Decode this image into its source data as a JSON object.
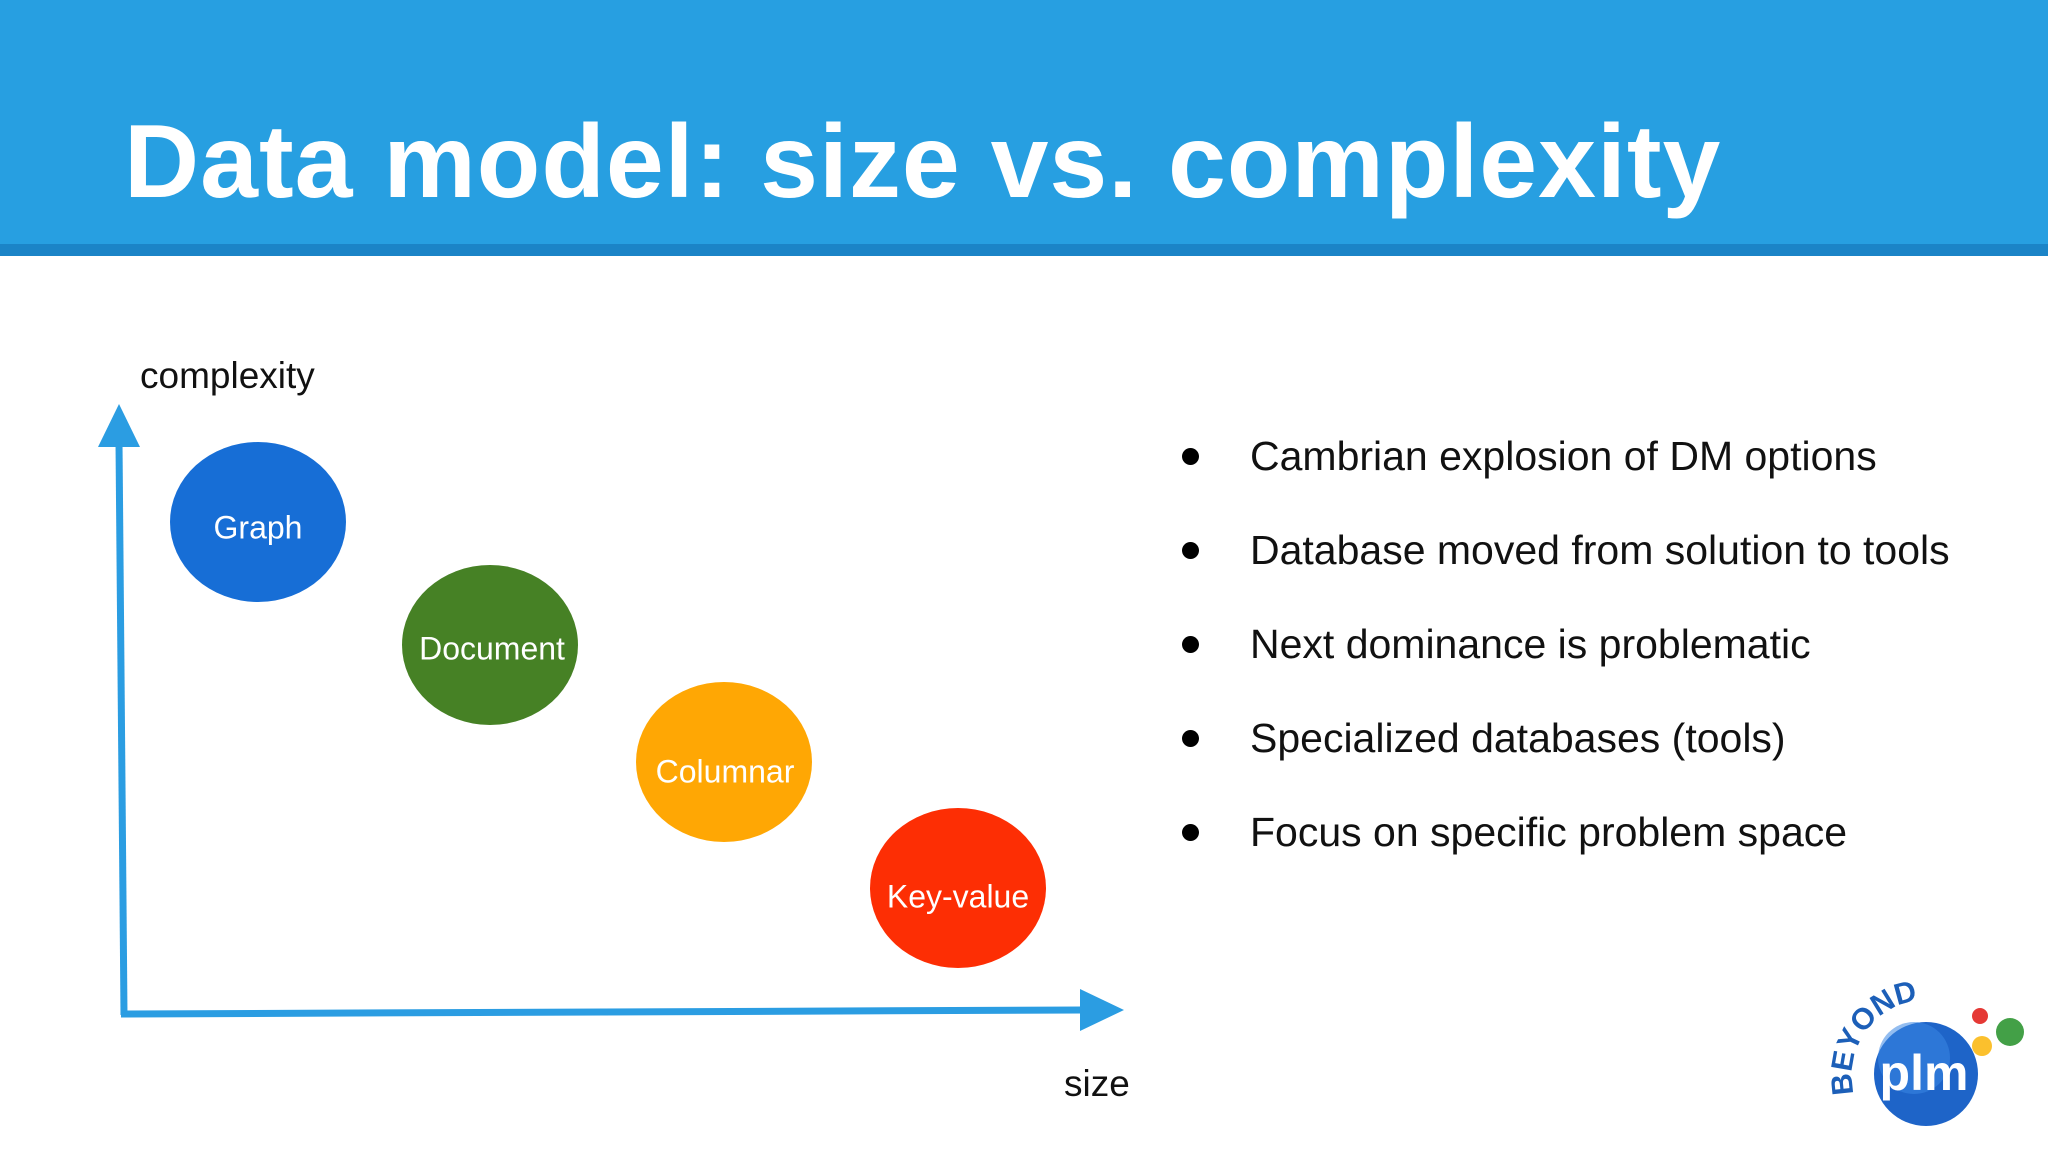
{
  "slide": {
    "title": "Data model: size vs. complexity"
  },
  "diagram": {
    "y_axis_label": "complexity",
    "x_axis_label": "size",
    "bubbles": [
      {
        "label": "Graph",
        "color": "#176ed6"
      },
      {
        "label": "Document",
        "color": "#468125"
      },
      {
        "label": "Columnar",
        "color": "#ffa704"
      },
      {
        "label": "Key-value",
        "color": "#fd2e04"
      }
    ],
    "axis_color": "#2b9de2"
  },
  "bullets": [
    "Cambrian explosion of DM options",
    "Database moved from solution to tools",
    "Next dominance is problematic",
    "Specialized databases (tools)",
    "Focus on specific problem space"
  ],
  "logo": {
    "top_text": "BEYOND",
    "main_text": "plm",
    "dot_colors": [
      "#e53935",
      "#fbc02d",
      "#43a047"
    ]
  },
  "colors": {
    "header": "#279fe1",
    "header_rule": "#1b84c7"
  }
}
